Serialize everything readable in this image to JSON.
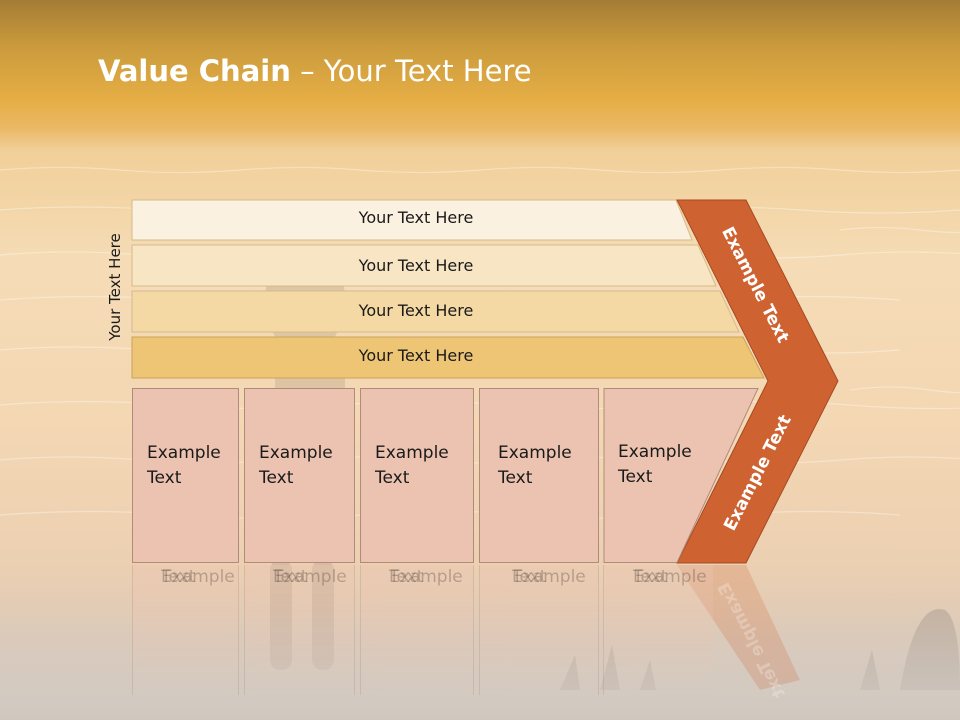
{
  "slide": {
    "title_bold": "Value Chain",
    "title_rest": "– Your Text Here",
    "vertical_label": "Your Text Here"
  },
  "bands": [
    {
      "label": "Your Text Here",
      "color": "#fbf1e1"
    },
    {
      "label": "Your Text Here",
      "color": "#f8e5c4"
    },
    {
      "label": "Your Text Here",
      "color": "#f5d9a5"
    },
    {
      "label": "Your Text Here",
      "color": "#eec574"
    }
  ],
  "boxes": [
    {
      "line1": "Example",
      "line2": "Text"
    },
    {
      "line1": "Example",
      "line2": "Text"
    },
    {
      "line1": "Example",
      "line2": "Text"
    },
    {
      "line1": "Example",
      "line2": "Text"
    },
    {
      "line1": "Example",
      "line2": "Text"
    }
  ],
  "chevron": {
    "top_label": "Example Text",
    "bottom_label": "Example Text",
    "color": "#cf6231"
  }
}
